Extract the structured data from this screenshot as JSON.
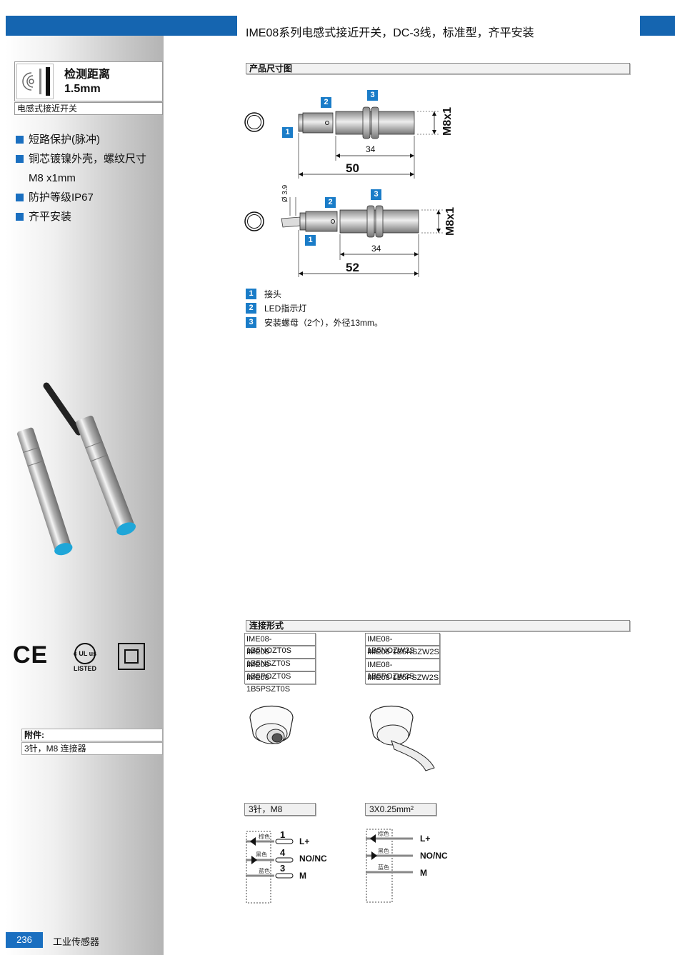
{
  "header": {
    "title": "IME08系列电感式接近开关，DC-3线，标准型，齐平安装"
  },
  "sidebar": {
    "sensing_label": "检测距离",
    "sensing_value": "1.5mm",
    "type": "电感式接近开关",
    "features": [
      "短路保护(脉冲)",
      "铜芯镀镍外壳，螺纹尺寸",
      "防护等级IP67",
      "齐平安装"
    ],
    "feature_continuation": "M8 x1mm",
    "certs": {
      "ce": "CE",
      "ul_top": "c UL us",
      "ul_bottom": "LISTED"
    },
    "accessory_head": "附件:",
    "accessory_value": "3针，M8 连接器"
  },
  "dimensions": {
    "section_title": "产品尺寸图",
    "drawing1": {
      "label_1": "1",
      "label_2": "2",
      "label_3": "3",
      "dim_34": "34",
      "dim_total": "50",
      "thread": "M8x1"
    },
    "drawing2": {
      "label_1": "1",
      "label_2": "2",
      "label_3": "3",
      "dim_34": "34",
      "dim_total": "52",
      "thread": "M8x1",
      "cable_dia": "Ø 3.9"
    },
    "legend": [
      {
        "num": "1",
        "text": "接头"
      },
      {
        "num": "2",
        "text": "LED指示灯"
      },
      {
        "num": "3",
        "text": "安装螺母（2个），外径13mm。"
      }
    ]
  },
  "connection": {
    "section_title": "连接形式",
    "models_left": [
      "IME08-1B5NOZT0S",
      "IME08-1B5NSZT0S",
      "IME08-1B5POZT0S",
      "IME08-1B5PSZT0S"
    ],
    "models_right": [
      "IME08-1B5NOZW2S",
      "IME08-1B5NSZW2S",
      "IME08-1B5POZW2S",
      "IME08-1B5PSZW2S"
    ],
    "left_label": "3针，M8",
    "right_label": "3X0.25mm²",
    "wires": [
      {
        "color": "棕色",
        "pin": "1",
        "signal": "L+"
      },
      {
        "color": "黑色",
        "pin": "4",
        "signal": "NO/NC"
      },
      {
        "color": "蓝色",
        "pin": "3",
        "signal": "M"
      }
    ]
  },
  "footer": {
    "page_number": "236",
    "title": "工业传感器"
  },
  "colors": {
    "brand_blue": "#1565b0",
    "label_blue": "#1a7cc8",
    "sensor_face": "#1fa6d8"
  }
}
